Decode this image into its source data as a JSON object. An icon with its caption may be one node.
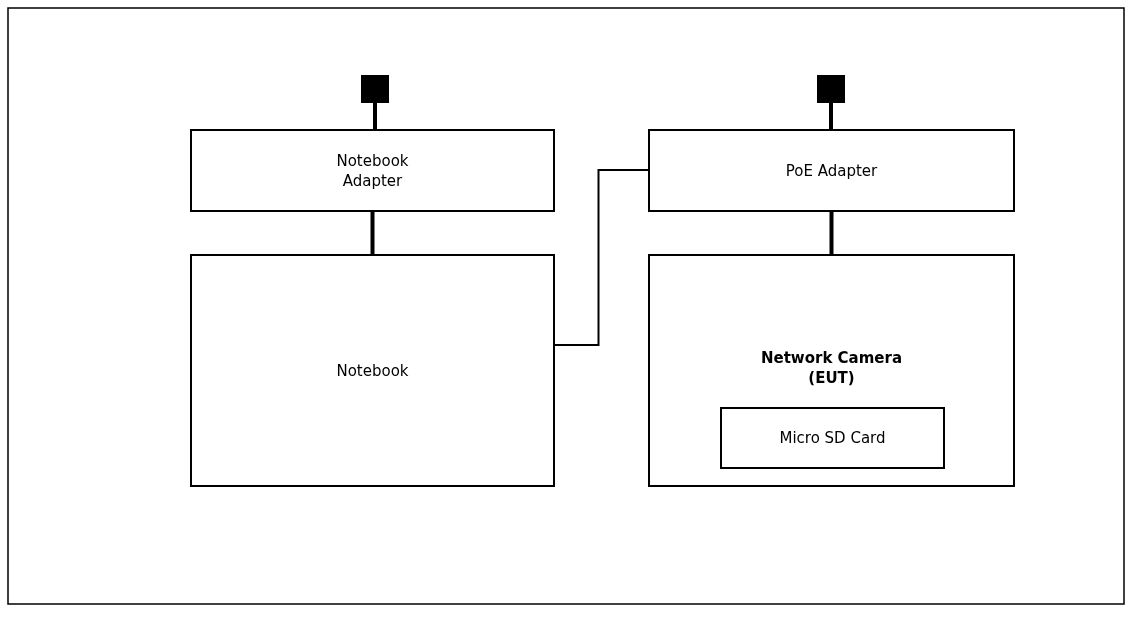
{
  "diagram": {
    "nodes": [
      {
        "text": [],
        "shape": "box"
      },
      {
        "text": [
          "Notebook Adapter"
        ]
      },
      {
        "text": [
          "Notebook"
        ]
      },
      {
        "text": [],
        "shape": "box"
      },
      {
        "text": [
          "PoE Adapter"
        ]
      },
      {
        "text": [
          "Network Camera (EUT)"
        ]
      },
      {
        "text": [
          "Micro SD Card"
        ],
        "in": 5
      }
    ],
    "edges": [
      {
        "from": 0,
        "to": 1,
        "arrow": "none"
      },
      {
        "from": 1,
        "to": 2,
        "arrow": "none"
      },
      {
        "from": 2,
        "to": 4,
        "arrow": "none"
      },
      {
        "from": 3,
        "to": 4,
        "arrow": "none"
      },
      {
        "from": 4,
        "to": 5,
        "arrow": "none"
      }
    ]
  }
}
